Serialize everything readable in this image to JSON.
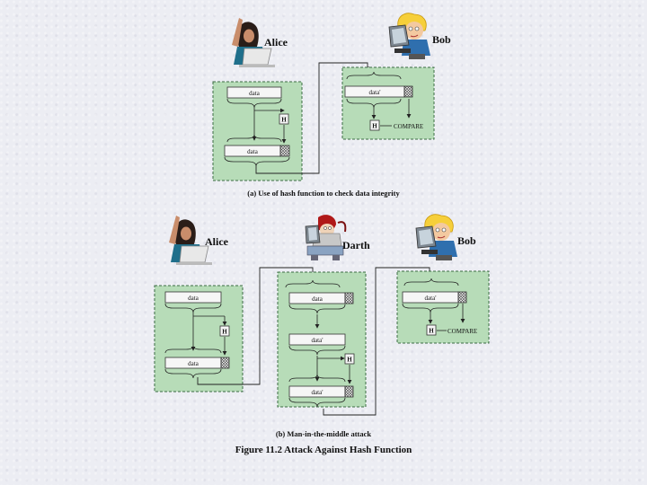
{
  "panel_a": {
    "sender": "Alice",
    "receiver": "Bob",
    "sender_field_1": "data",
    "sender_field_2": "data",
    "hash_label": "H",
    "receiver_field": "data'",
    "receiver_hash": "H",
    "compare": "COMPARE",
    "caption": "(a) Use of hash function to check data integrity"
  },
  "panel_b": {
    "sender": "Alice",
    "attacker": "Darth",
    "receiver": "Bob",
    "alice_field_1": "data",
    "alice_hash": "H",
    "alice_field_2": "data",
    "darth_field_1": "data",
    "darth_field_2": "data'",
    "darth_hash": "H",
    "darth_field_3": "data'",
    "bob_field": "data'",
    "bob_hash": "H",
    "compare": "COMPARE",
    "caption": "(b) Man-in-the-middle attack"
  },
  "figure_caption": "Figure 11.2  Attack Against Hash Function",
  "colors": {
    "panel_fill": "#b7dcb8",
    "panel_border": "#3b6b43",
    "line": "#222222",
    "hatch": "#444444"
  },
  "icons": [
    "woman-at-laptop-icon",
    "boy-at-computer-icon",
    "villain-at-computer-icon"
  ]
}
